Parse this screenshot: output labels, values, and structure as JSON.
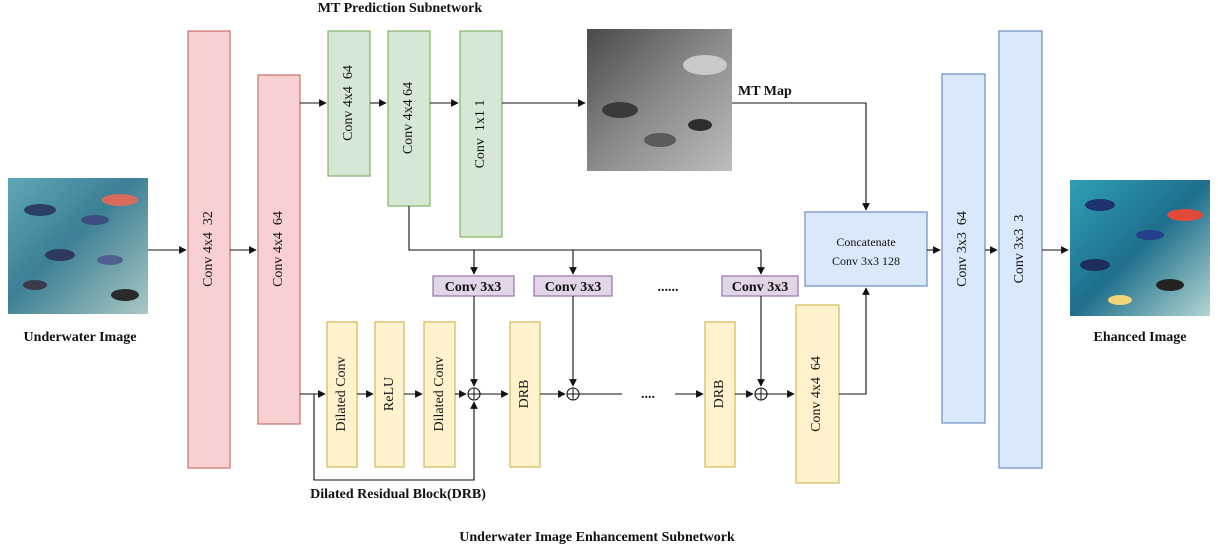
{
  "titles": {
    "top": "MT Prediction Subnetwork",
    "bottom": "Underwater Image Enhancement Subnetwork",
    "drb_caption": "Dilated Residual Block(DRB)"
  },
  "images": {
    "input_label": "Underwater Image",
    "output_label": "Ehanced Image",
    "mt_map_label": "MT Map"
  },
  "encoder": {
    "conv1": "Conv 4x4  32",
    "conv2": "Conv 4x4  64"
  },
  "mt_branch": {
    "conv1": "Conv 4x4  64",
    "conv2": "Conv 4x4 64",
    "conv3": "Conv  1x1 1"
  },
  "guide_convs": [
    "Conv 3x3",
    "Conv 3x3",
    "Conv 3x3"
  ],
  "guide_dots": "......",
  "drb": {
    "dilated1": "Dilated Conv",
    "relu": "ReLU",
    "dilated2": "Dilated Conv"
  },
  "chain": {
    "drb_a": "DRB",
    "drb_b": "DRB",
    "dots": "....",
    "final_conv": "Conv 4x4  64"
  },
  "fusion": {
    "line1": "Concatenate",
    "line2": "Conv 3x3 128"
  },
  "decoder": {
    "conv1": "Conv 3x3  64",
    "conv2": "Conv 3x3  3"
  },
  "colors": {
    "red": "#f8d0cf",
    "green": "#d5e8d4",
    "yellow": "#fff2cc",
    "blue": "#dae8fc",
    "purple": "#e1d5e7"
  },
  "icons": {
    "sum_node": "circle-plus"
  }
}
